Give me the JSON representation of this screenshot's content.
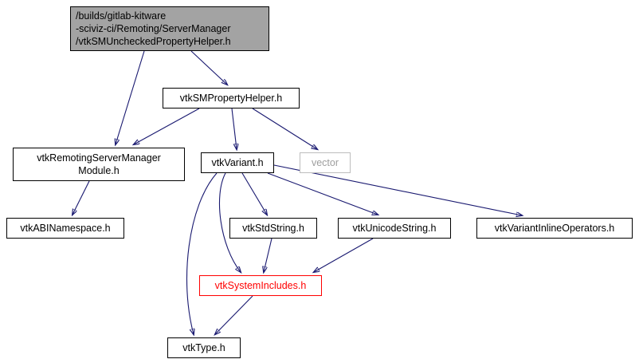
{
  "diagram": {
    "kind": "include-dependency-graph",
    "colors": {
      "edge": "#191970",
      "node_border": "#000000",
      "node_fill": "#ffffff",
      "root_fill": "#a3a3a3",
      "external_border": "#bdbdbd",
      "external_text": "#9e9e9e",
      "truncated_color": "#ff0000"
    },
    "nodes": {
      "root": {
        "label": "/builds/gitlab-kitware\n-sciviz-ci/Remoting/ServerManager\n/vtkSMUncheckedPropertyHelper.h",
        "kind": "root"
      },
      "sm_property_helper": {
        "label": "vtkSMPropertyHelper.h",
        "kind": "normal"
      },
      "remoting_module": {
        "label": "vtkRemotingServerManager\nModule.h",
        "kind": "normal"
      },
      "variant": {
        "label": "vtkVariant.h",
        "kind": "normal"
      },
      "vector": {
        "label": "vector",
        "kind": "external"
      },
      "abi_namespace": {
        "label": "vtkABINamespace.h",
        "kind": "normal"
      },
      "std_string": {
        "label": "vtkStdString.h",
        "kind": "normal"
      },
      "unicode_string": {
        "label": "vtkUnicodeString.h",
        "kind": "normal"
      },
      "variant_inline_operators": {
        "label": "vtkVariantInlineOperators.h",
        "kind": "normal"
      },
      "system_includes": {
        "label": "vtkSystemIncludes.h",
        "kind": "truncated"
      },
      "type": {
        "label": "vtkType.h",
        "kind": "normal"
      }
    },
    "edges": [
      {
        "from": "root",
        "to": "sm_property_helper"
      },
      {
        "from": "root",
        "to": "remoting_module"
      },
      {
        "from": "sm_property_helper",
        "to": "remoting_module"
      },
      {
        "from": "sm_property_helper",
        "to": "variant"
      },
      {
        "from": "sm_property_helper",
        "to": "vector"
      },
      {
        "from": "remoting_module",
        "to": "abi_namespace"
      },
      {
        "from": "variant",
        "to": "std_string"
      },
      {
        "from": "variant",
        "to": "unicode_string"
      },
      {
        "from": "variant",
        "to": "variant_inline_operators"
      },
      {
        "from": "variant",
        "to": "system_includes"
      },
      {
        "from": "variant",
        "to": "type"
      },
      {
        "from": "std_string",
        "to": "system_includes"
      },
      {
        "from": "unicode_string",
        "to": "system_includes"
      },
      {
        "from": "system_includes",
        "to": "type"
      }
    ]
  }
}
